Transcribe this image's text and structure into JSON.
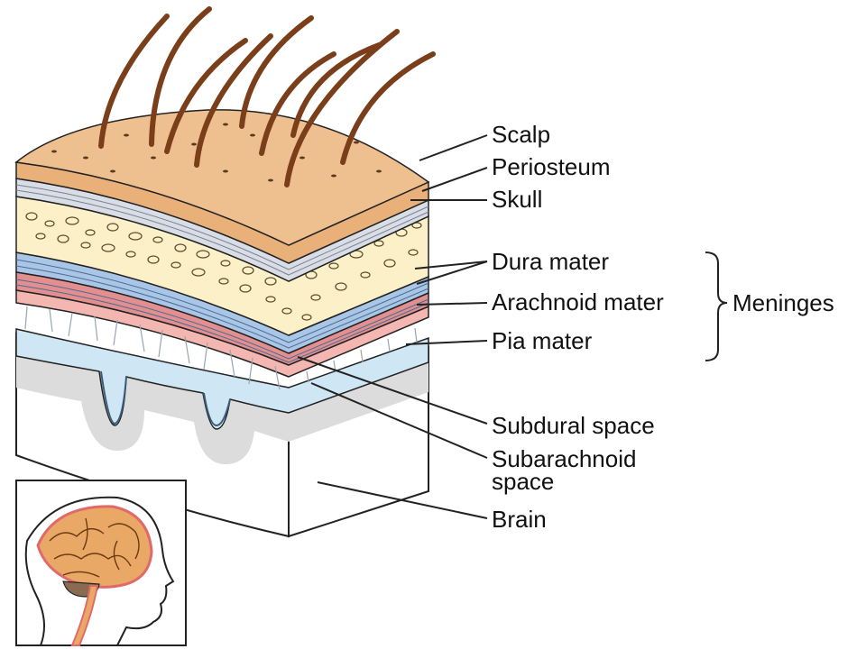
{
  "labels": {
    "scalp": "Scalp",
    "periosteum": "Periosteum",
    "skull": "Skull",
    "dura_mater": "Dura mater",
    "arachnoid_mater": "Arachnoid mater",
    "pia_mater": "Pia mater",
    "meninges": "Meninges",
    "subdural_space": "Subdural space",
    "subarachnoid_space_line1": "Subarachnoid",
    "subarachnoid_space_line2": "space",
    "brain": "Brain"
  },
  "colors": {
    "scalp": "#efc08f",
    "hair": "#7a3e1a",
    "periosteum": "#d9dde6",
    "skull_bone": "#fbf0c8",
    "dura": "#a9c6e6",
    "dura_stripe": "#e48f8f",
    "arachnoid": "#f4b6b0",
    "pia": "#cfe6f4",
    "subarachnoid_grey": "#dcdcdc",
    "brain": "#ffffff",
    "inset_brain": "#e9a865",
    "inset_outline": "#e06a6a"
  }
}
